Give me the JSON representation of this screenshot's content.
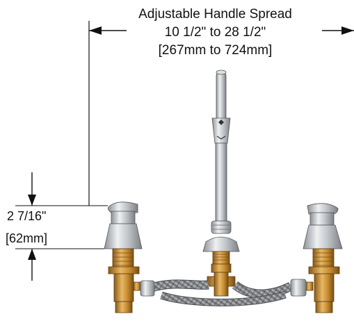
{
  "spread": {
    "title": "Adjustable Handle Spread",
    "imperial": "10 1/2\" to 28 1/2\"",
    "metric": "[267mm to 724mm]"
  },
  "height": {
    "imperial": "2 7/16\"",
    "metric": "[62mm]"
  },
  "colors": {
    "chrome": "#c9ccd0",
    "brass": "#c9913a",
    "hose": "#8b8d91",
    "line": "#111111"
  }
}
